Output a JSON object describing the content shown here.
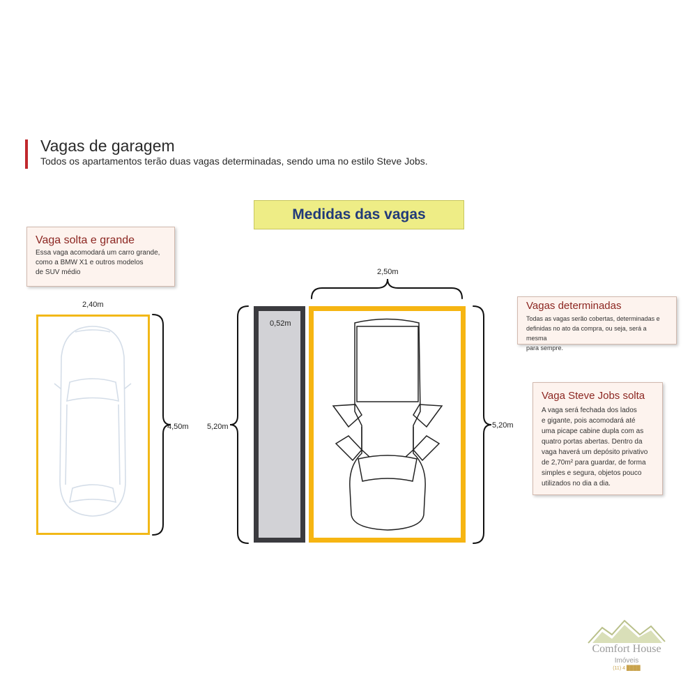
{
  "header": {
    "title": "Vagas de garagem",
    "subtitle": "Todos os apartamentos terão duas vagas determinadas, sendo uma no estilo Steve Jobs.",
    "accent_color": "#c0282d"
  },
  "banner": {
    "label": "Medidas das vagas",
    "bg_color": "#eeed86",
    "text_color": "#213a7a"
  },
  "info_boxes": {
    "solta_grande": {
      "heading": "Vaga solta e grande",
      "body": "Essa vaga acomodará um carro grande,\ncomo a BMW X1 e outros modelos\nde SUV médio"
    },
    "determinadas": {
      "heading": "Vagas determinadas",
      "body": "Todas as vagas serão cobertas, determinadas e\ndefinidas no ato da compra, ou seja, será a mesma\npara sempre."
    },
    "steve_jobs": {
      "heading": "Vaga Steve Jobs solta",
      "body": "A vaga será fechada dos lados\ne gigante, pois acomodará até\numa picape cabine dupla com as\nquatro portas abertas. Dentro da\nvaga haverá um depósito privativo\nde 2,70m² para guardar, de forma\nsimples e segura, objetos pouco\nutilizados no dia a dia."
    }
  },
  "measurements": {
    "small_width": "2,40m",
    "small_length": "4,50m",
    "big_width": "2,50m",
    "big_length_left": "5,20m",
    "big_length_right": "5,20m",
    "storage_width": "0,52m"
  },
  "colors": {
    "space_outline": "#f6b512",
    "storage_fill": "#d2d2d6",
    "storage_outline": "#3b3b3f"
  },
  "logo": {
    "name": "Comfort House",
    "sub": "Imóveis",
    "phone": "(11) 4 ████"
  }
}
